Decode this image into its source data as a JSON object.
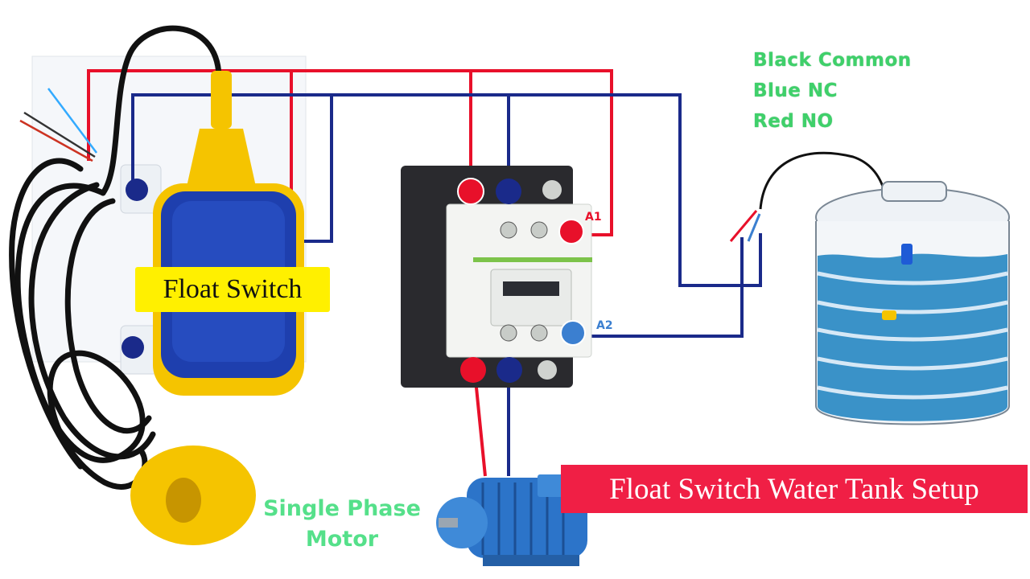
{
  "legend": {
    "line1": "Black Common",
    "line2": "Blue NC",
    "line3": "Red NO"
  },
  "labels": {
    "float_switch": "Float Switch",
    "motor_line1": "Single Phase",
    "motor_line2": "Motor",
    "banner": "Float Switch Water Tank Setup",
    "terminal_a1": "A1",
    "terminal_a2": "A2"
  },
  "colors": {
    "wire_red": "#e8102a",
    "wire_blue": "#1a2a8a",
    "legend_green": "#3fd06a",
    "banner_red": "#f01f45",
    "label_yellow": "#fff000",
    "water_blue": "#3a92c8"
  }
}
